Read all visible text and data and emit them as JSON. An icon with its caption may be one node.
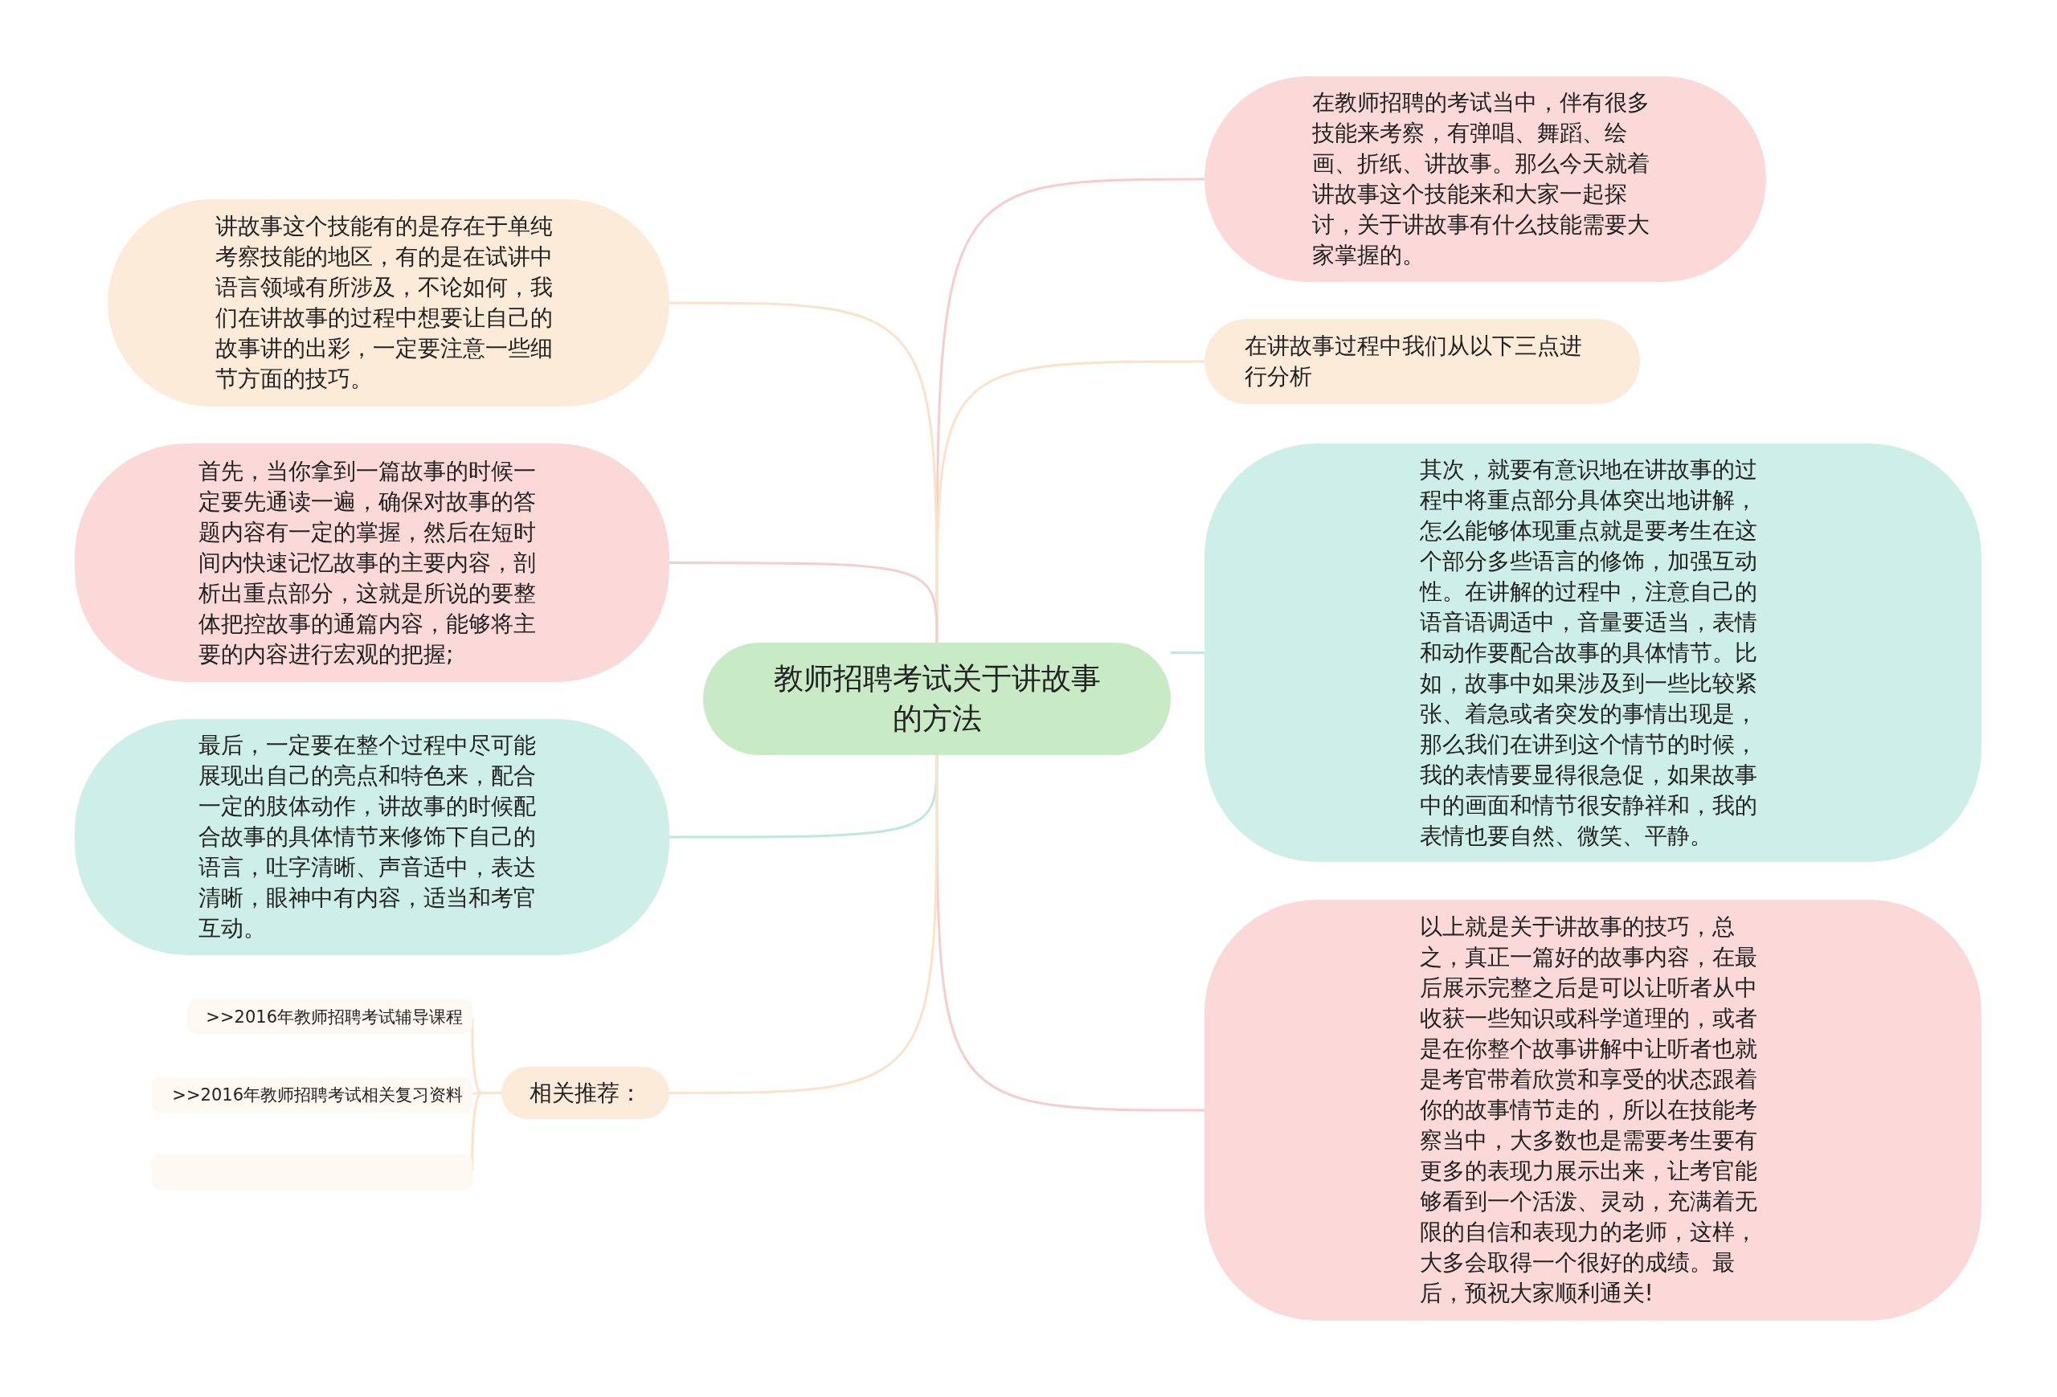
{
  "diagram": {
    "nodes": [
      {
        "text": [
          "教师招聘考试关于讲故事的方法"
        ]
      },
      {
        "text": [
          "在教师招聘的考试当中，伴有很多技能来考察，有弹唱、舞蹈、绘画、折纸、讲故事。那么今天就着讲故事这个技能来和大家一起探讨，关于讲故事有什么技能需要大家掌握的。"
        ]
      },
      {
        "text": [
          "在讲故事过程中我们从以下三点进行分析"
        ]
      },
      {
        "text": [
          "其次，就要有意识地在讲故事的过程中将重点部分具体突出地讲解，怎么能够体现重点就是要考生在这个部分多些语言的修饰，加强互动性。在讲解的过程中，注意自己的语音语调适中，音量要适当，表情和动作要配合故事的具体情节。比如，故事中如果涉及到一些比较紧张、着急或者突发的事情出现是，那么我们在讲到这个情节的时候，我的表情要显得很急促，如果故事中的画面和情节很安静祥和，我的表情也要自然、微笑、平静。"
        ]
      },
      {
        "text": [
          "以上就是关于讲故事的技巧，总之，真正一篇好的故事内容，在最后展示完整之后是可以让听者从中收获一些知识或科学道理的，或者是在你整个故事讲解中让听者也就是考官带着欣赏和享受的状态跟着你的故事情节走的，所以在技能考察当中，大多数也是需要考生要有更多的表现力展示出来，让考官能够看到一个活泼、灵动，充满着无限的自信和表现力的老师，这样，大多会取得一个很好的成绩。最后，预祝大家顺利通关!"
        ]
      },
      {
        "text": [
          "讲故事这个技能有的是存在于单纯考察技能的地区，有的是在试讲中语言领域有所涉及，不论如何，我们在讲故事的过程中想要让自己的故事讲的出彩，一定要注意一些细节方面的技巧。"
        ]
      },
      {
        "text": [
          "首先，当你拿到一篇故事的时候一定要先通读一遍，确保对故事的答题内容有一定的掌握，然后在短时间内快速记忆故事的主要内容，剖析出重点部分，这就是所说的要整体把控故事的通篇内容，能够将主要的内容进行宏观的把握;"
        ]
      },
      {
        "text": [
          "最后，一定要在整个过程中尽可能展现出自己的亮点和特色来，配合一定的肢体动作，讲故事的时候配合故事的具体情节来修饰下自己的语言，吐字清晰、声音适中，表达清晰，眼神中有内容，适当和考官互动。"
        ]
      },
      {
        "text": [
          "相关推荐："
        ]
      },
      {
        "text": [
          ">>2016年教师招聘考试辅导课程"
        ]
      },
      {
        "text": [
          ">>2016年教师招聘考试相关复习资料"
        ]
      },
      {
        "text": [],
        "shape": "box"
      }
    ],
    "edges": [
      {
        "from": 0,
        "to": 1,
        "arrow": "none",
        "color": "#f6cccc"
      },
      {
        "from": 0,
        "to": 2,
        "arrow": "none",
        "color": "#fbe2c8"
      },
      {
        "from": 0,
        "to": 3,
        "arrow": "none",
        "color": "#bde8de"
      },
      {
        "from": 0,
        "to": 4,
        "arrow": "none",
        "color": "#f6cccc"
      },
      {
        "from": 0,
        "to": 5,
        "arrow": "none",
        "color": "#fbe2c8"
      },
      {
        "from": 0,
        "to": 6,
        "arrow": "none",
        "color": "#f6cccc"
      },
      {
        "from": 0,
        "to": 7,
        "arrow": "none",
        "color": "#bde8de"
      },
      {
        "from": 0,
        "to": 8,
        "arrow": "none",
        "color": "#fbe2c8"
      },
      {
        "from": 8,
        "to": 9,
        "arrow": "none",
        "color": "#fbe2c8"
      },
      {
        "from": 8,
        "to": 10,
        "arrow": "none",
        "color": "#fbe2c8"
      },
      {
        "from": 8,
        "to": 11,
        "arrow": "none",
        "color": "#fbe2c8"
      }
    ]
  }
}
